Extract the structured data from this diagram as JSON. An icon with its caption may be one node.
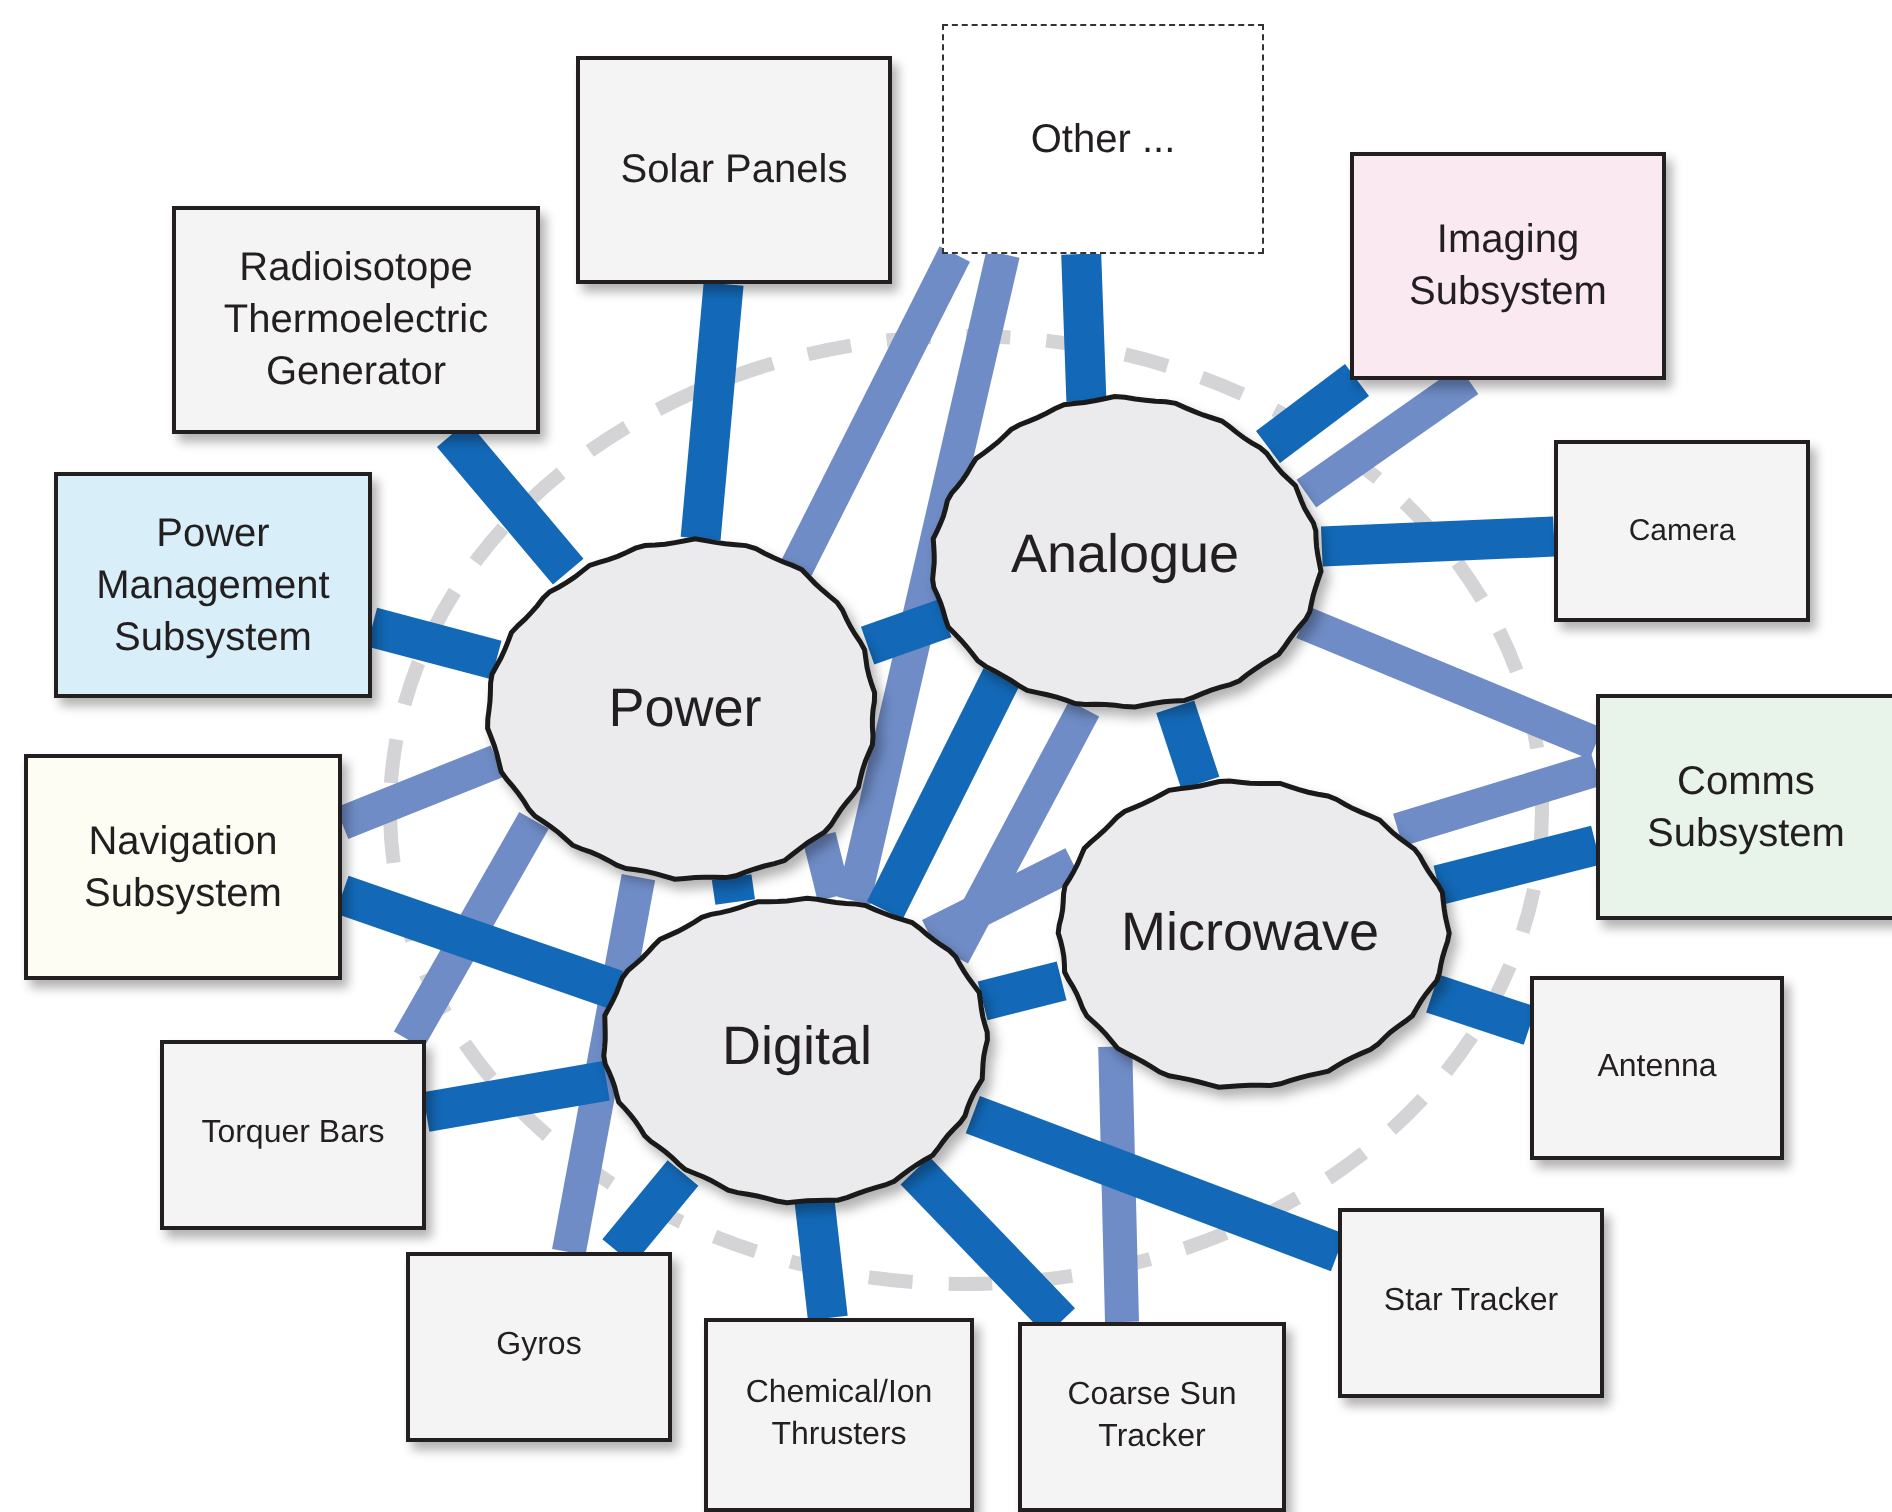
{
  "diagram": {
    "nodes": [
      {
        "text": [
          "Solar Panels"
        ]
      },
      {
        "text": [
          "Other ..."
        ]
      },
      {
        "text": [
          "Radioisotope Thermoelectric Generator"
        ]
      },
      {
        "text": [
          "Imaging Subsystem"
        ]
      },
      {
        "text": [
          "Power Management Subsystem"
        ]
      },
      {
        "text": [
          "Camera"
        ]
      },
      {
        "text": [
          "Power"
        ]
      },
      {
        "text": [
          "Analogue"
        ]
      },
      {
        "text": [
          "Navigation Subsystem"
        ]
      },
      {
        "text": [
          "Comms Subsystem"
        ]
      },
      {
        "text": [
          "Microwave"
        ]
      },
      {
        "text": [
          "Digital"
        ]
      },
      {
        "text": [
          "Torquer Bars"
        ]
      },
      {
        "text": [
          "Antenna"
        ]
      },
      {
        "text": [
          "Gyros"
        ]
      },
      {
        "text": [
          "Chemical/Ion Thrusters"
        ]
      },
      {
        "text": [
          "Coarse Sun Tracker"
        ]
      },
      {
        "text": [
          "Star Tracker"
        ]
      }
    ],
    "edges": [
      {
        "from": 1,
        "to": 6,
        "arrow": "none",
        "color": "#6f8cc6"
      },
      {
        "from": 1,
        "to": 11,
        "arrow": "none",
        "color": "#6f8cc6"
      },
      {
        "from": 3,
        "to": 7,
        "arrow": "none",
        "color": "#6f8cc6"
      },
      {
        "from": 7,
        "to": 9,
        "arrow": "none",
        "color": "#6f8cc6"
      },
      {
        "from": 10,
        "to": 9,
        "arrow": "none",
        "color": "#6f8cc6"
      },
      {
        "from": 10,
        "to": 16,
        "arrow": "none",
        "color": "#6f8cc6"
      },
      {
        "from": 8,
        "to": 6,
        "arrow": "none",
        "color": "#6f8cc6"
      },
      {
        "from": 12,
        "to": 6,
        "arrow": "none",
        "color": "#6f8cc6"
      },
      {
        "from": 14,
        "to": 6,
        "arrow": "none",
        "color": "#6f8cc6"
      },
      {
        "from": 6,
        "to": 11,
        "arrow": "none",
        "color": "#6f8cc6"
      },
      {
        "from": 0,
        "to": 6,
        "arrow": "none"
      },
      {
        "from": 2,
        "to": 6,
        "arrow": "none"
      },
      {
        "from": 4,
        "to": 6,
        "arrow": "none"
      },
      {
        "from": 1,
        "to": 7,
        "arrow": "none"
      },
      {
        "from": 6,
        "to": 7,
        "arrow": "none"
      },
      {
        "from": 7,
        "to": 3,
        "arrow": "none"
      },
      {
        "from": 7,
        "to": 5,
        "arrow": "none"
      },
      {
        "from": 7,
        "to": 11,
        "arrow": "none"
      },
      {
        "from": 7,
        "to": 10,
        "arrow": "none"
      },
      {
        "from": 10,
        "to": 9,
        "arrow": "none"
      },
      {
        "from": 10,
        "to": 13,
        "arrow": "none"
      },
      {
        "from": 10,
        "to": 11,
        "arrow": "none"
      },
      {
        "from": 6,
        "to": 11,
        "arrow": "none"
      },
      {
        "from": 8,
        "to": 11,
        "arrow": "none"
      },
      {
        "from": 12,
        "to": 11,
        "arrow": "none"
      },
      {
        "from": 14,
        "to": 11,
        "arrow": "none"
      },
      {
        "from": 15,
        "to": 11,
        "arrow": "none"
      },
      {
        "from": 16,
        "to": 11,
        "arrow": "none"
      },
      {
        "from": 17,
        "to": 11,
        "arrow": "none"
      },
      {
        "from": 7,
        "to": 11,
        "arrow": "none",
        "color": "#6f8cc6"
      },
      {
        "from": 11,
        "to": 10,
        "arrow": "none",
        "color": "#6f8cc6"
      }
    ]
  }
}
